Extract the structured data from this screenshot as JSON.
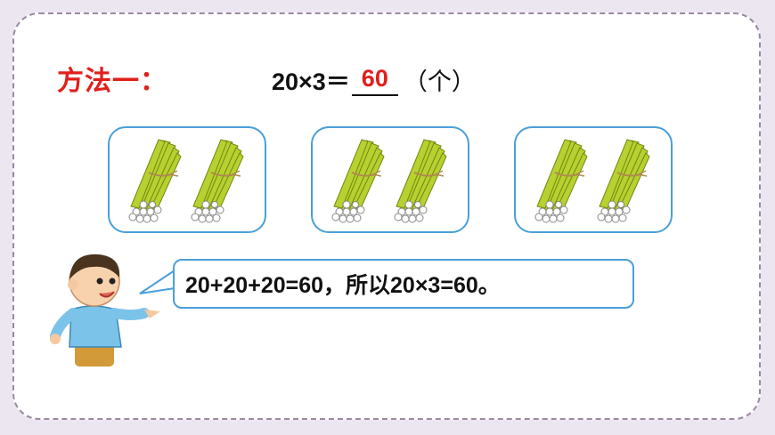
{
  "method_label": "方法一：",
  "equation": {
    "expression": "20×3＝",
    "answer": "60",
    "unit": "（个）"
  },
  "bundles": {
    "box_count": 3,
    "bundles_per_box": 2
  },
  "speech": {
    "text": "20+20+20=60，所以20×3=60。"
  },
  "colors": {
    "accent_red": "#e0201c",
    "box_border": "#4a9fd9",
    "stick_green": "#b8d030"
  }
}
